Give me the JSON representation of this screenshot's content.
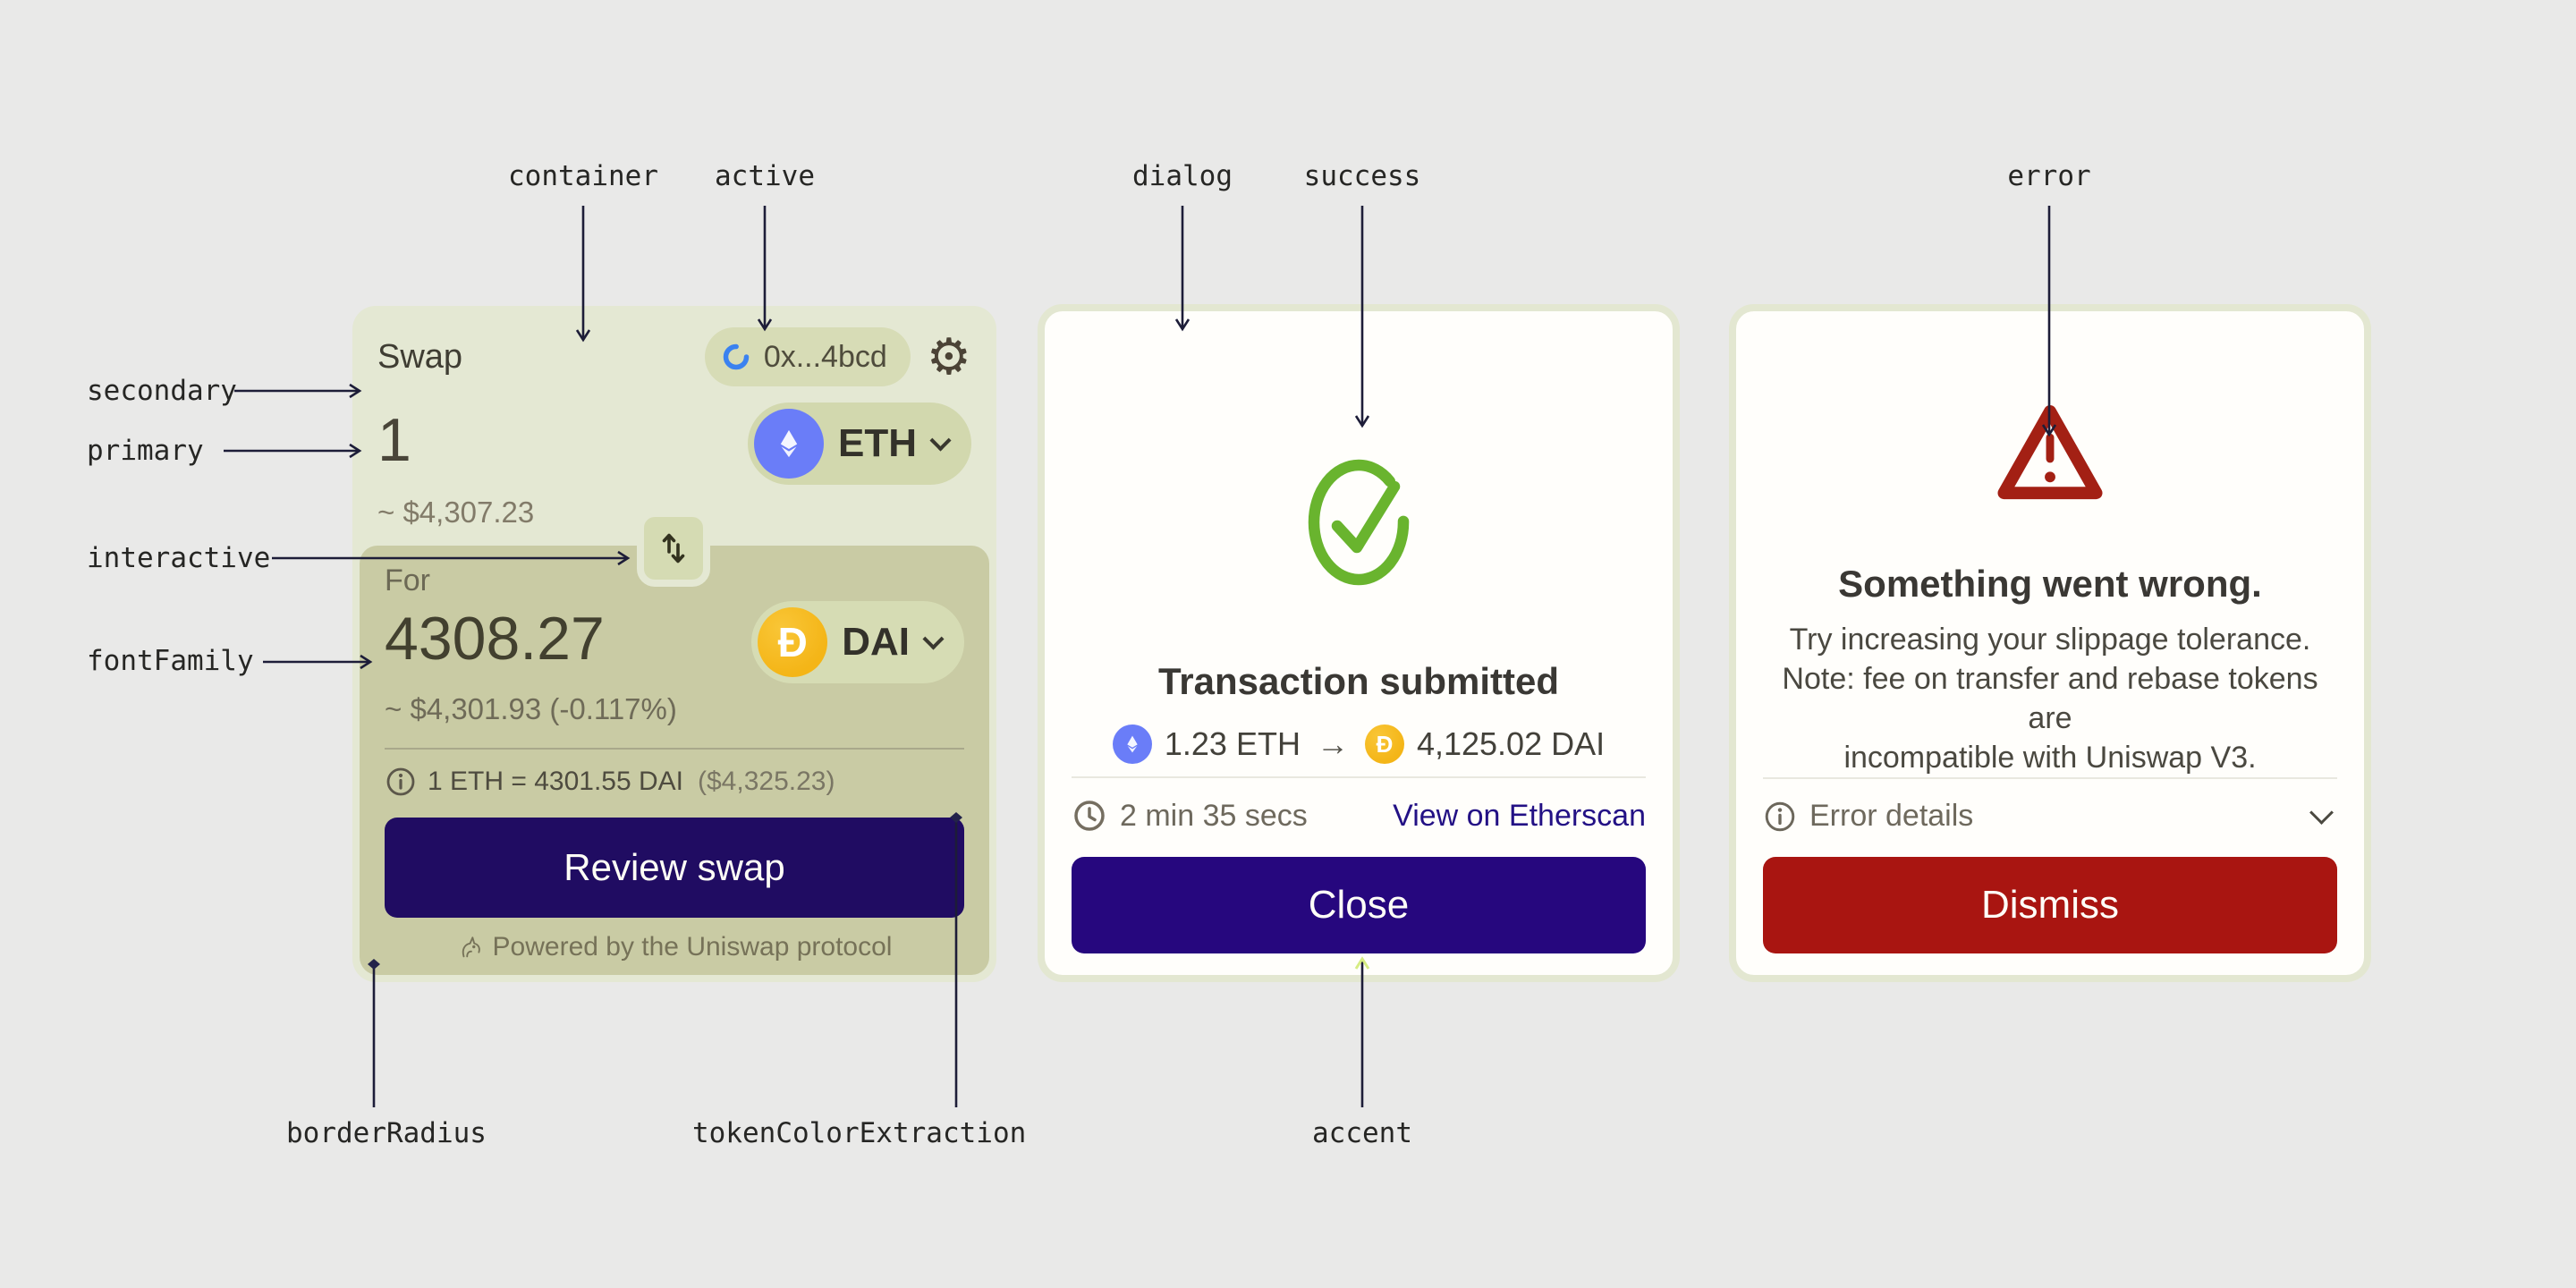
{
  "annotations": {
    "container": "container",
    "active": "active",
    "dialog": "dialog",
    "success": "success",
    "error": "error",
    "secondary": "secondary",
    "primary": "primary",
    "interactive": "interactive",
    "fontFamily": "fontFamily",
    "borderRadius": "borderRadius",
    "tokenColorExtraction": "tokenColorExtraction",
    "accent": "accent"
  },
  "icons": {
    "gear": "⚙",
    "arrow_right": "→",
    "dai_glyph": "Ð"
  },
  "swap": {
    "title": "Swap",
    "account": "0x...4bcd",
    "input": {
      "amount": "1",
      "fiat": "~ $4,307.23",
      "token": "ETH"
    },
    "output": {
      "label": "For",
      "amount": "4308.27",
      "fiat": "~ $4,301.93 (-0.117%)",
      "token": "DAI"
    },
    "rate": "1 ETH = 4301.55 DAI",
    "rate_fiat": "($4,325.23)",
    "review_button": "Review swap",
    "footer": "Powered by the Uniswap protocol"
  },
  "success_dialog": {
    "title": "Transaction submitted",
    "from_amount": "1.23 ETH",
    "to_amount": "4,125.02 DAI",
    "elapsed": "2 min 35 secs",
    "link": "View on Etherscan",
    "close_button": "Close"
  },
  "error_dialog": {
    "title": "Something went wrong.",
    "body": "Try increasing your slippage tolerance.\nNote: fee on transfer and rebase tokens are\nincompatible with Uniswap V3.",
    "details_label": "Error details",
    "dismiss_button": "Dismiss"
  },
  "colors": {
    "page_bg": "#e9e9e8",
    "container": "#e4e8d3",
    "module": "#c9cba4",
    "pill": "#d2d8ae",
    "accent": "#26077e",
    "review_accent": "#200c62",
    "success": "#69b42e",
    "error": "#a91511",
    "error_outline": "#a32014",
    "dialog_bg": "#fffefb",
    "dialog_border": "#e3e7d1",
    "eth_blue": "#6a7df8",
    "dai_gold": "#f4b517",
    "link": "#231185",
    "annotation_line": "#1d1d38",
    "accent_arrowhead": "#d6ec83"
  }
}
